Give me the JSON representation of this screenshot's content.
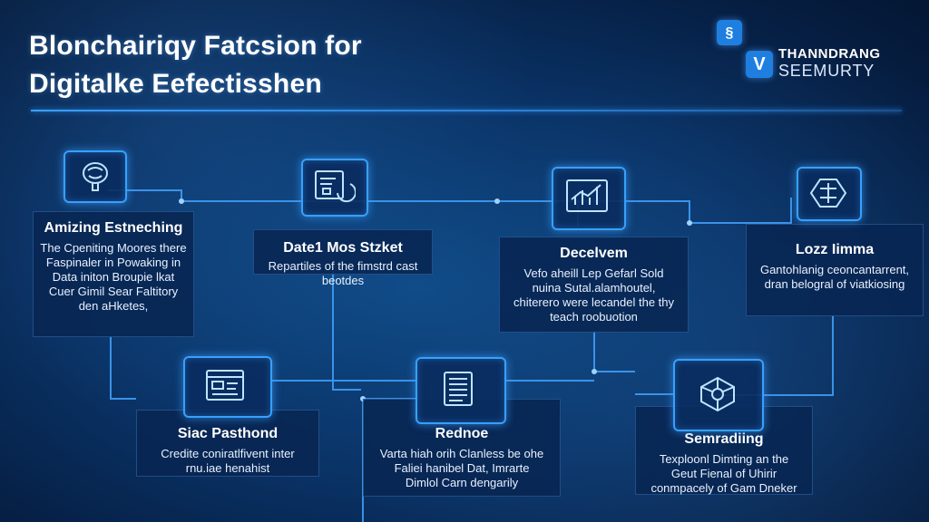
{
  "header": {
    "title_line1": "Blonchairiqy Fatcsion for",
    "title_line2": "Digitalke Eefectisshen"
  },
  "logo": {
    "badge_top": "§",
    "badge_main": "V",
    "line1": "THANNDRANG",
    "line2": "SEEMURTY"
  },
  "colors": {
    "accent": "#37a0ff",
    "background": "#0a3468"
  },
  "nodes": [
    {
      "icon": "brain-head-icon",
      "title": "Amizing Estneching",
      "body": "The Cpeniting Moores there Faspinaler in Powaking in Data initon Broupie lkat Cuer Gimil Sear Faltitory den aHketes,"
    },
    {
      "icon": "dashboard-gauge-icon",
      "title": "Date1 Mos Stzket",
      "body": "Repartiles of the fimstrd cast beotdes"
    },
    {
      "icon": "bar-chart-icon",
      "title": "Decelvem",
      "body": "Vefo aheill Lep Gefarl Sold nuina Sutal.alamhoutel, chiterero were lecandel the thy teach roobuotion"
    },
    {
      "icon": "circuit-chip-icon",
      "title": "Lozz Iimma",
      "body": "Gantohlanig ceoncantarrent, dran belogral of viatkiosing"
    },
    {
      "icon": "browser-window-icon",
      "title": "Siac Pasthond",
      "body": "Credite coniratlfivent inter rnu.iae henahist"
    },
    {
      "icon": "document-list-icon",
      "title": "Rednoe",
      "body": "Varta hiah orih Clanless be ohe Faliei hanibel Dat, Imrarte Dimlol Carn dengarily"
    },
    {
      "icon": "hexagon-network-icon",
      "title": "Semradiing",
      "body": "Texploonl Dimting an the Geut Fienal of Uhirir conmpacely of Gam Dneker"
    }
  ]
}
